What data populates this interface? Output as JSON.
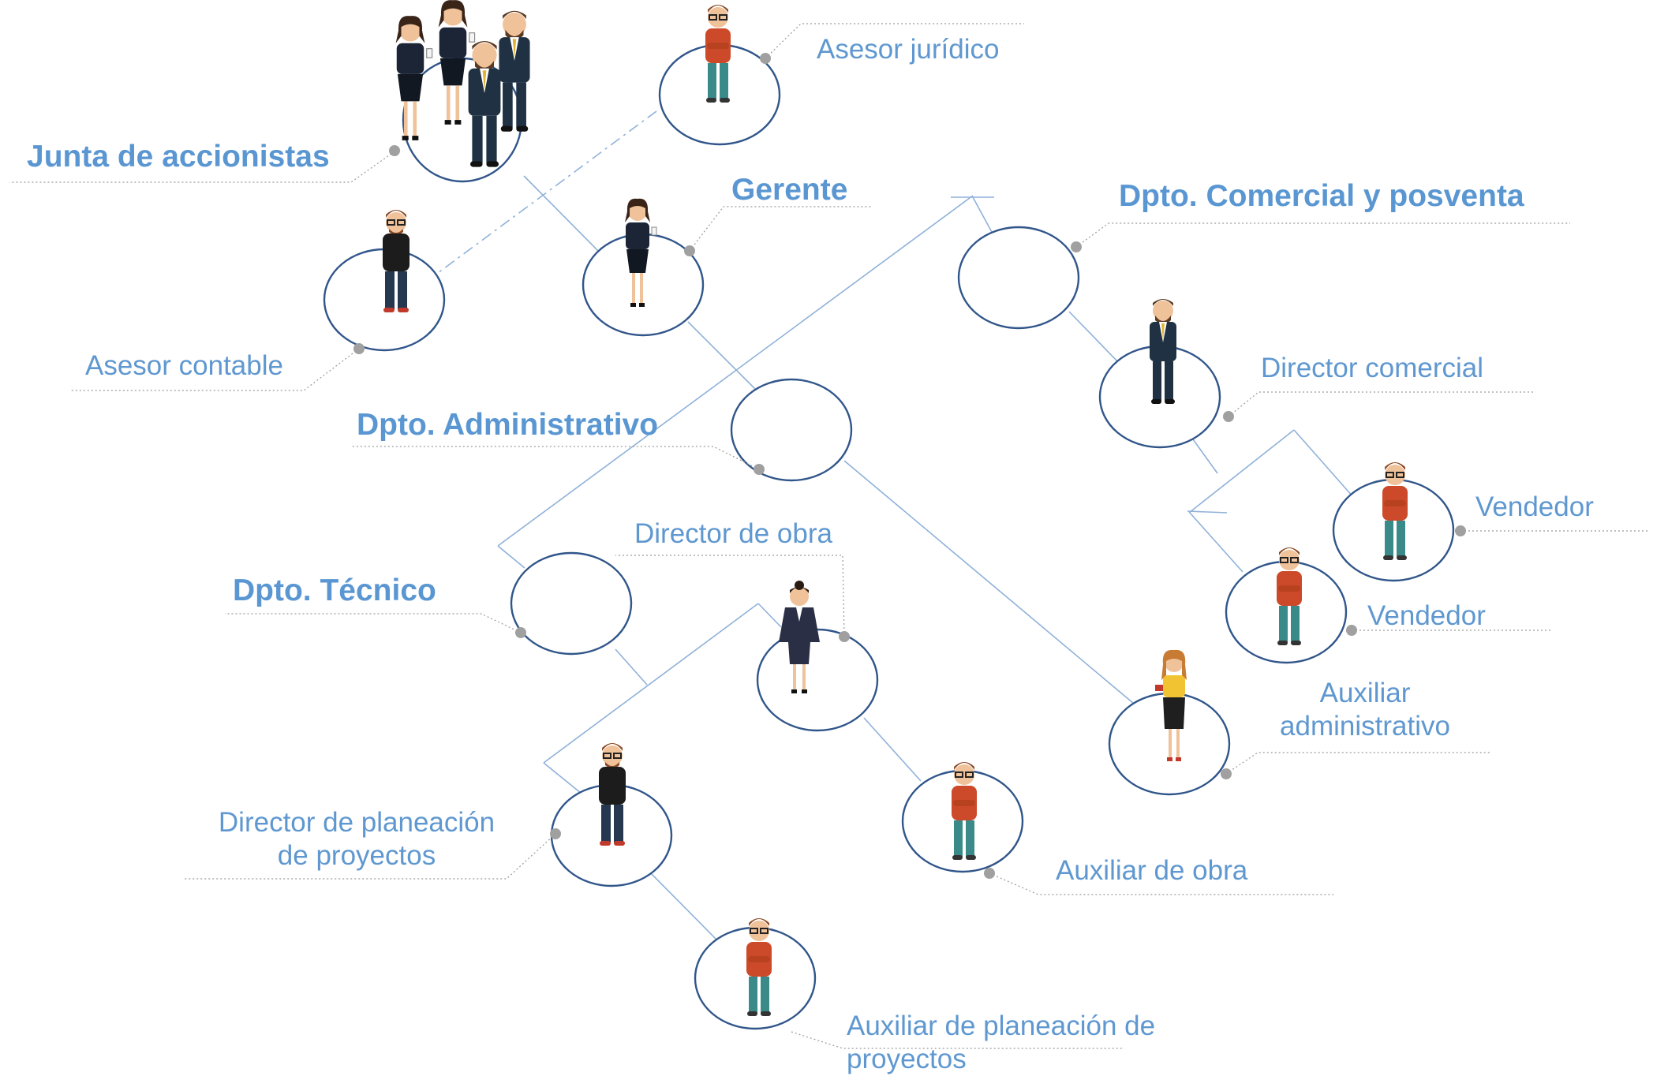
{
  "colors": {
    "circle": "#31568a",
    "line": "#8fb1d9",
    "dot": "#a0a0a0",
    "text": "#5f98d0",
    "leader": "#9a9a9a"
  },
  "nodes": {
    "junta": {
      "label": "Junta de accionistas",
      "icon": "group-of-shareholders"
    },
    "asesor_juridico": {
      "label": "Asesor jurídico",
      "icon": "man-red-shirt"
    },
    "gerente": {
      "label": "Gerente",
      "icon": "woman-executive"
    },
    "asesor_contable": {
      "label": "Asesor contable",
      "icon": "man-black-shirt"
    },
    "dpto_comercial": {
      "label": "Dpto. Comercial y posventa"
    },
    "dpto_administrativo": {
      "label": "Dpto.  Administrativo"
    },
    "director_comercial": {
      "label": "Director comercial",
      "icon": "man-suit"
    },
    "vendedor_1": {
      "label": "Vendedor",
      "icon": "man-red-shirt"
    },
    "vendedor_2": {
      "label": "Vendedor",
      "icon": "man-red-shirt"
    },
    "dpto_tecnico": {
      "label": "Dpto.  Técnico"
    },
    "director_obra": {
      "label": "Director de obra",
      "icon": "woman-suit"
    },
    "auxiliar_administrativo": {
      "label_line1": "Auxiliar",
      "label_line2": "administrativo",
      "icon": "woman-yellow-top"
    },
    "director_planeacion": {
      "label_line1": "Director de planeación",
      "label_line2": "de proyectos",
      "icon": "man-black-shirt"
    },
    "auxiliar_obra": {
      "label": "Auxiliar de obra",
      "icon": "man-red-shirt"
    },
    "auxiliar_planeacion": {
      "label_line1": "Auxiliar de planeación de",
      "label_line2": "proyectos",
      "icon": "man-red-shirt"
    }
  }
}
